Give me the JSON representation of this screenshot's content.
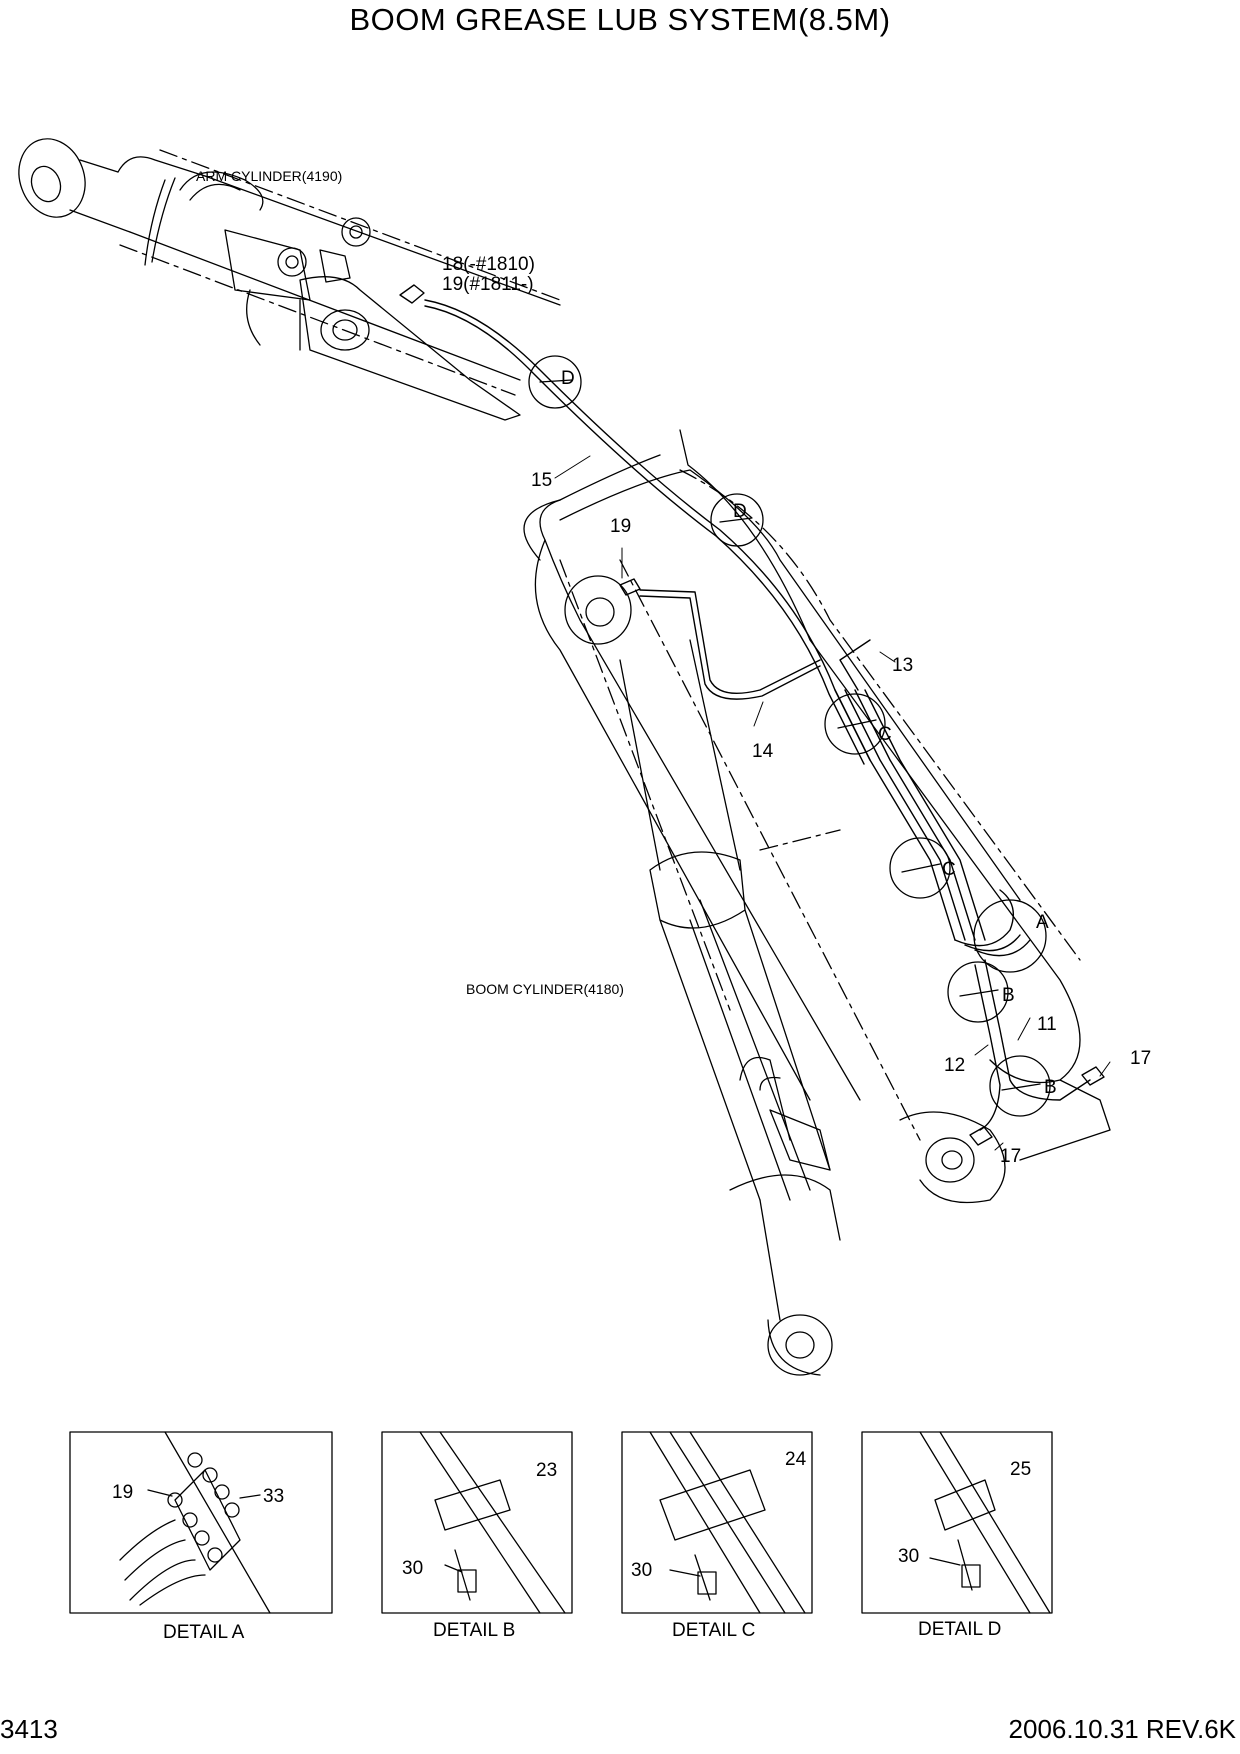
{
  "title": "BOOM GREASE LUB SYSTEM(8.5M)",
  "page_number": "3413",
  "revision": "2006.10.31  REV.6K",
  "labels": {
    "arm_cylinder": "ARM CYLINDER(4190)",
    "boom_cylinder": "BOOM CYLINDER(4180)",
    "part_18": "18(-#1810)",
    "part_19_serial": "19(#1811-)",
    "part_15": "15",
    "part_19": "19",
    "part_14": "14",
    "part_13": "13",
    "part_11": "11",
    "part_12": "12",
    "part_17_top": "17",
    "part_17_bottom": "17",
    "detail_d_top": "D",
    "detail_d_mid": "D",
    "detail_c_top": "C",
    "detail_c_bottom": "C",
    "detail_a": "A",
    "detail_b_top": "B",
    "detail_b_bottom": "B"
  },
  "details": [
    {
      "caption": "DETAIL A",
      "callouts": [
        "19",
        "33"
      ]
    },
    {
      "caption": "DETAIL B",
      "callouts": [
        "23",
        "30"
      ]
    },
    {
      "caption": "DETAIL C",
      "callouts": [
        "24",
        "30"
      ]
    },
    {
      "caption": "DETAIL D",
      "callouts": [
        "25",
        "30"
      ]
    }
  ]
}
